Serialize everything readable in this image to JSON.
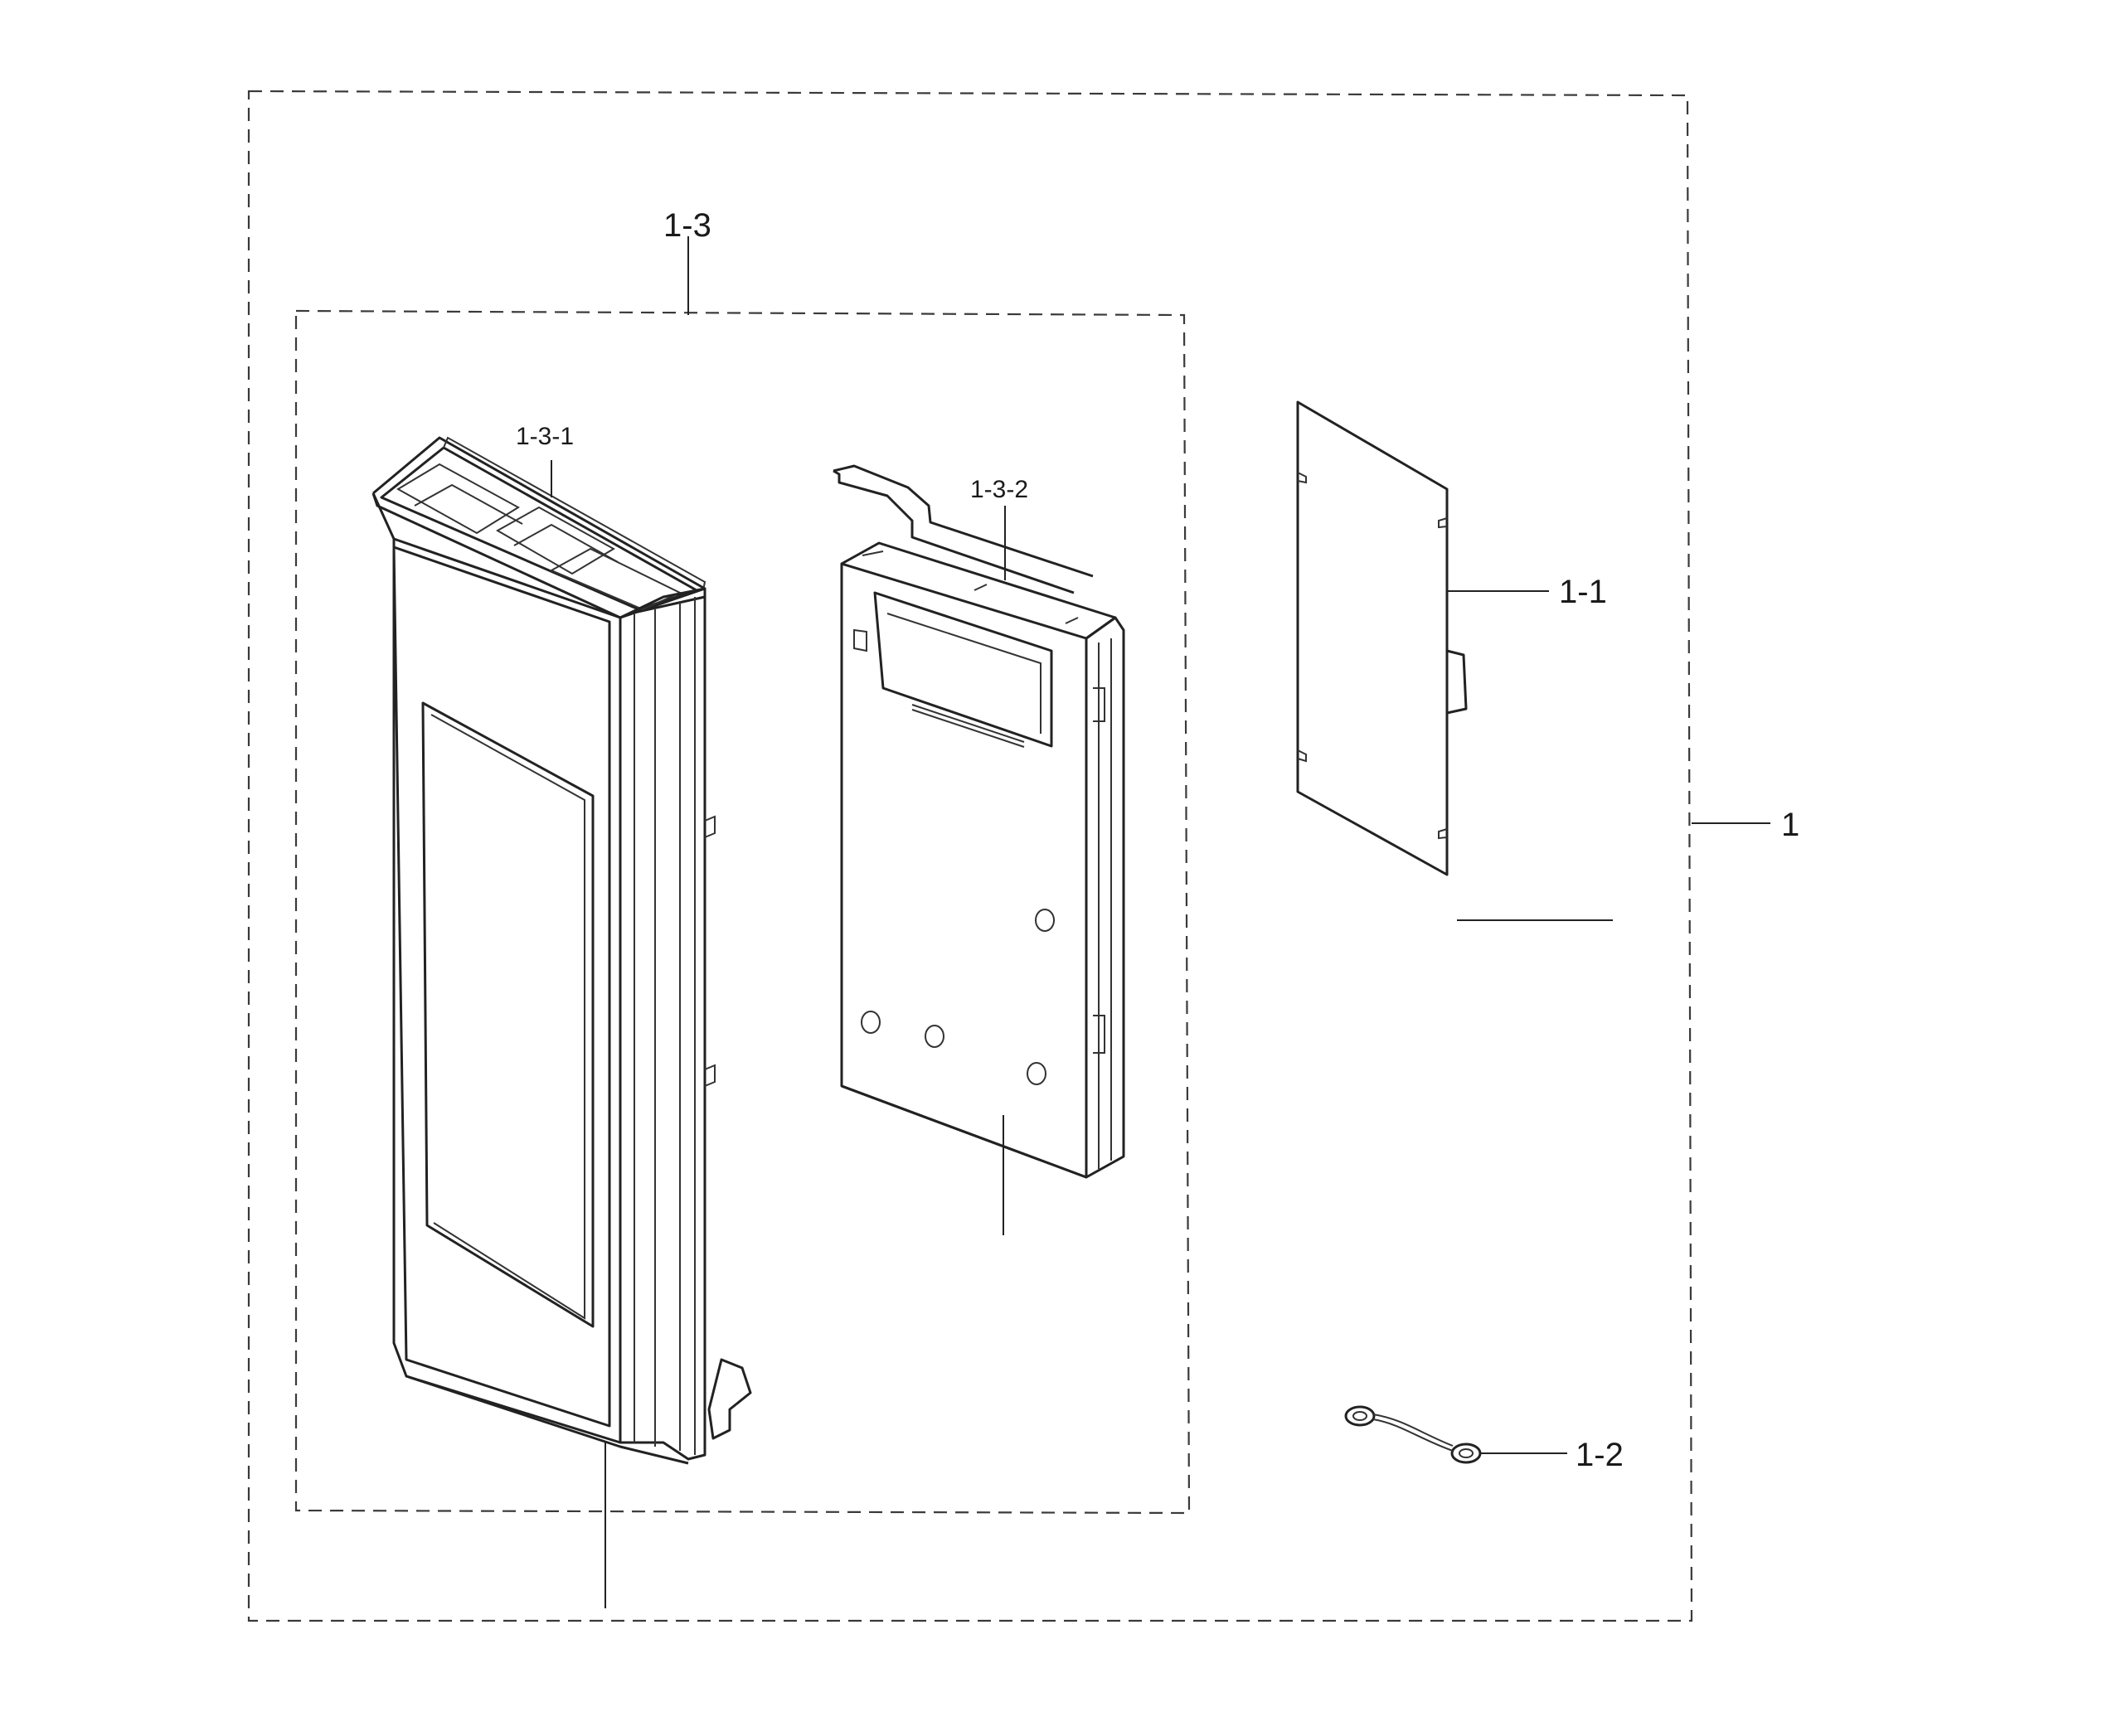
{
  "labels": {
    "assembly": "1",
    "choke_cover": "1-1",
    "washer_wire": "1-2",
    "door_frame_assy": "1-3",
    "door_front": "1-3-1",
    "door_frame": "1-3-2"
  },
  "colors": {
    "line": "#222222",
    "background": "#ffffff"
  }
}
